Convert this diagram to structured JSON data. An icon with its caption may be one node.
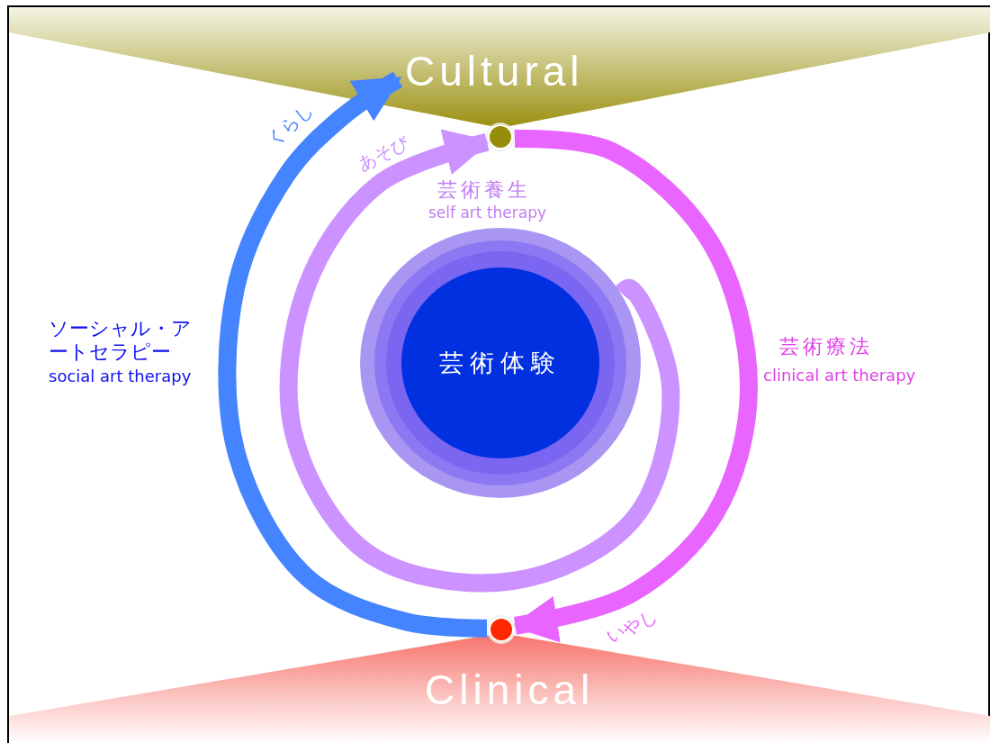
{
  "diagram": {
    "nodes": [
      {
        "text": [
          "Cultural"
        ]
      },
      {
        "text": [
          "Clinical"
        ]
      },
      {
        "text": [],
        "shape": "circle"
      },
      {
        "text": [],
        "shape": "circle"
      },
      {
        "text": [
          "芸術体験"
        ]
      }
    ],
    "edges": [
      {
        "from": 3,
        "to": 0,
        "arrow": "to",
        "label": "くらし",
        "color": "#4484ff"
      },
      {
        "from": 2,
        "to": 3,
        "arrow": "to",
        "label": "いやし",
        "color": "#e866ff"
      },
      {
        "from": 4,
        "to": 2,
        "arrow": "to",
        "label": "あそび",
        "color": "#cc92ff"
      }
    ],
    "labels": [
      "芸術養生",
      "self art therapy",
      "ソーシャル・アートセラピー",
      "social art therapy",
      "芸術療法",
      "clinical art therapy"
    ]
  }
}
